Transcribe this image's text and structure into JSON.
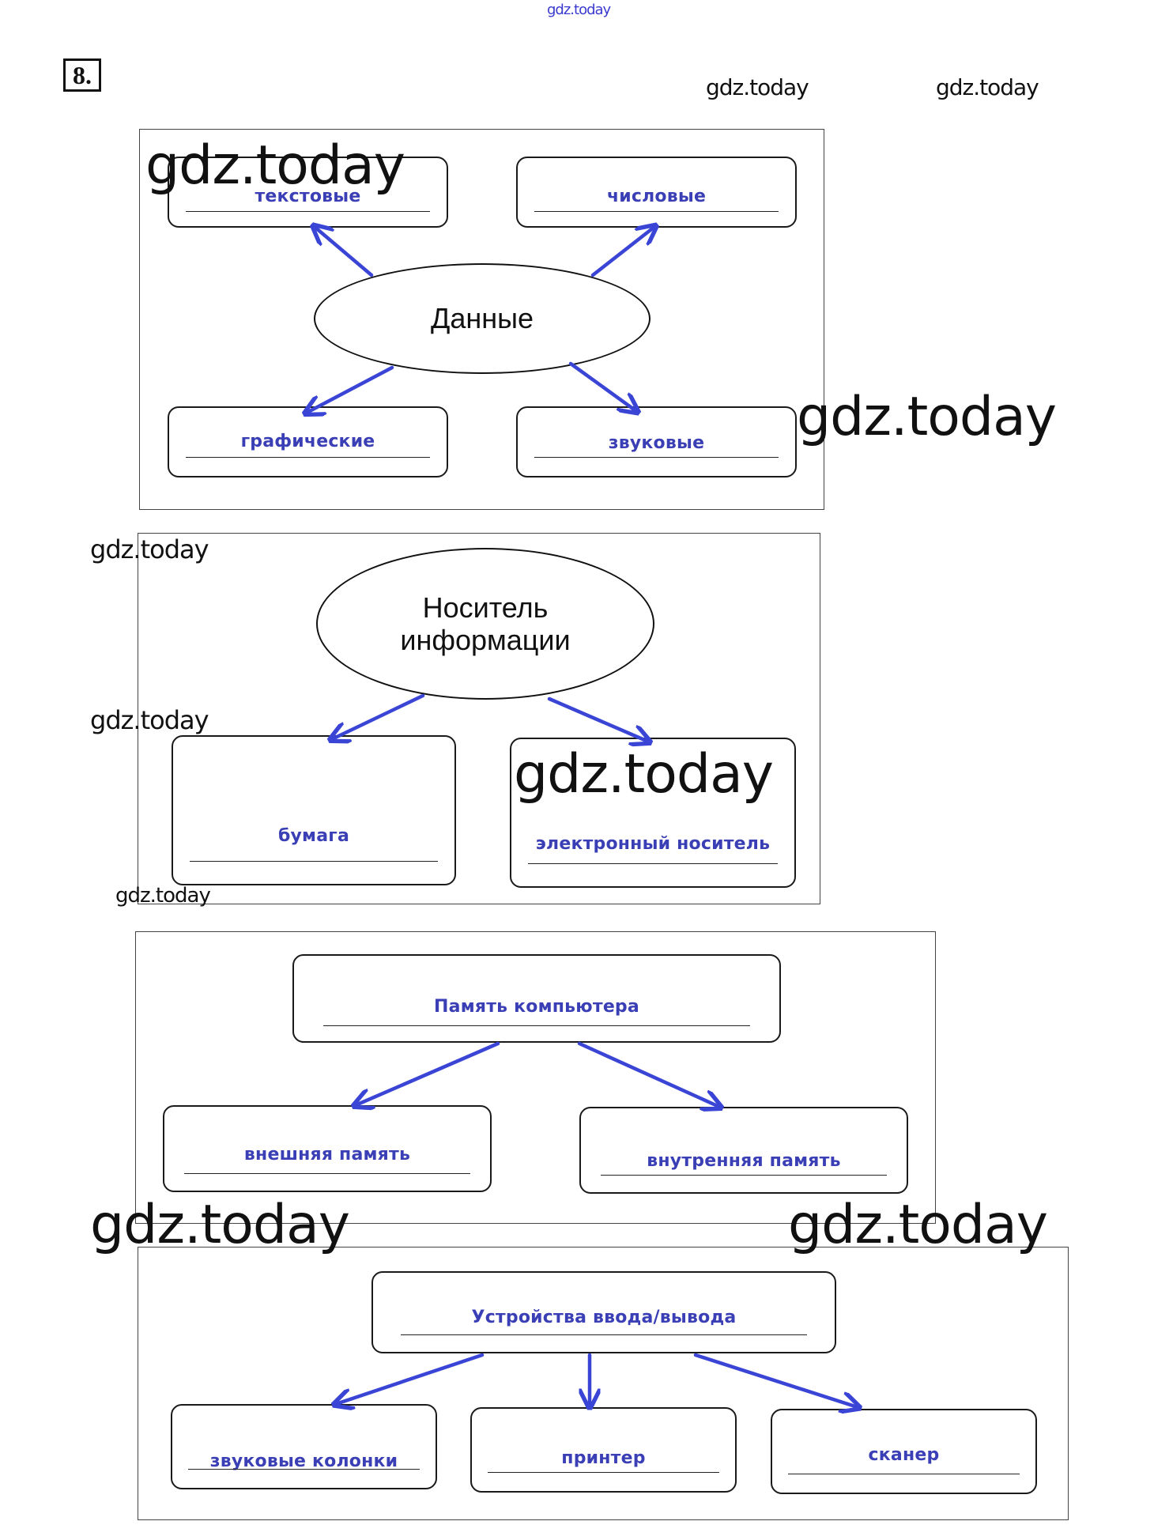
{
  "header": {
    "top_watermark": "gdz.today",
    "task_number": "8."
  },
  "watermarks": [
    "gdz.today",
    "gdz.today",
    "gdz.today",
    "gdz.today",
    "gdz.today",
    "gdz.today",
    "gdz.today",
    "gdz.today",
    "gdz.today",
    "gdz.today"
  ],
  "colors": {
    "answer_blue": "#3b3fb5",
    "arrow_blue": "#3a45d6",
    "outline": "#1a1a1a"
  },
  "diagrams": [
    {
      "center": "Данные",
      "children": [
        "текстовые",
        "числовые",
        "графические",
        "звуковые"
      ]
    },
    {
      "center_line1": "Носитель",
      "center_line2": "информации",
      "children": [
        "бумага",
        "электронный носитель"
      ]
    },
    {
      "center": "Память компьютера",
      "children": [
        "внешняя память",
        "внутренняя память"
      ]
    },
    {
      "center": "Устройства ввода/вывода",
      "children": [
        "звуковые колонки",
        "принтер",
        "сканер"
      ]
    }
  ]
}
